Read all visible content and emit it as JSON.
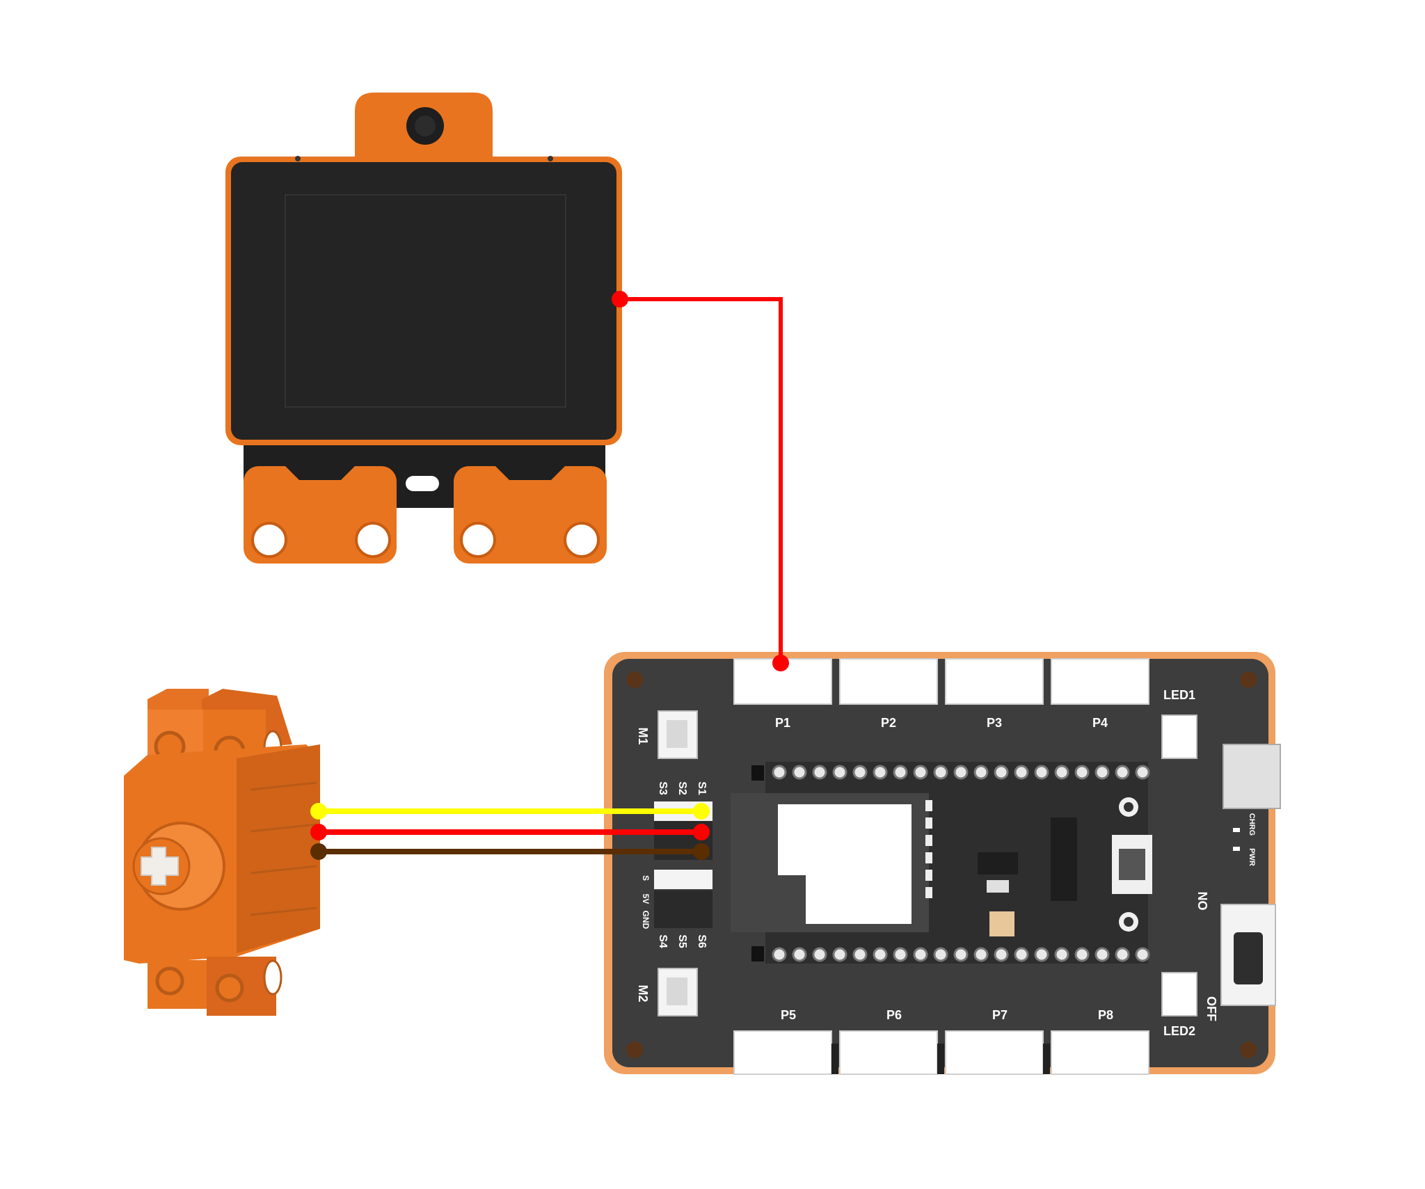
{
  "colors": {
    "module_orange": "#e8741f",
    "board_orange": "#f0a060",
    "board_dark": "#3d3d3d",
    "screen": "#242424",
    "wire_signal": "#ffff00",
    "wire_power": "#ff0000",
    "wire_ground": "#5a2e00"
  },
  "board": {
    "top_ports": [
      "P1",
      "P2",
      "P3",
      "P4"
    ],
    "bottom_ports": [
      "P5",
      "P6",
      "P7",
      "P8"
    ],
    "motor_ports": [
      "M1",
      "M2"
    ],
    "servo_top": [
      "S1",
      "S2",
      "S3"
    ],
    "servo_bottom": [
      "S4",
      "S5",
      "S6"
    ],
    "pin_labels": [
      "S",
      "5V",
      "GND"
    ],
    "led1": "LED1",
    "led2": "LED2",
    "switch_on": "ON",
    "switch_off": "OFF",
    "chrg": "CHRG",
    "pwr": "PWR"
  },
  "icons": {
    "screen_module": "display-module-icon",
    "servo": "servo-motor-icon",
    "board": "controller-board-icon"
  }
}
